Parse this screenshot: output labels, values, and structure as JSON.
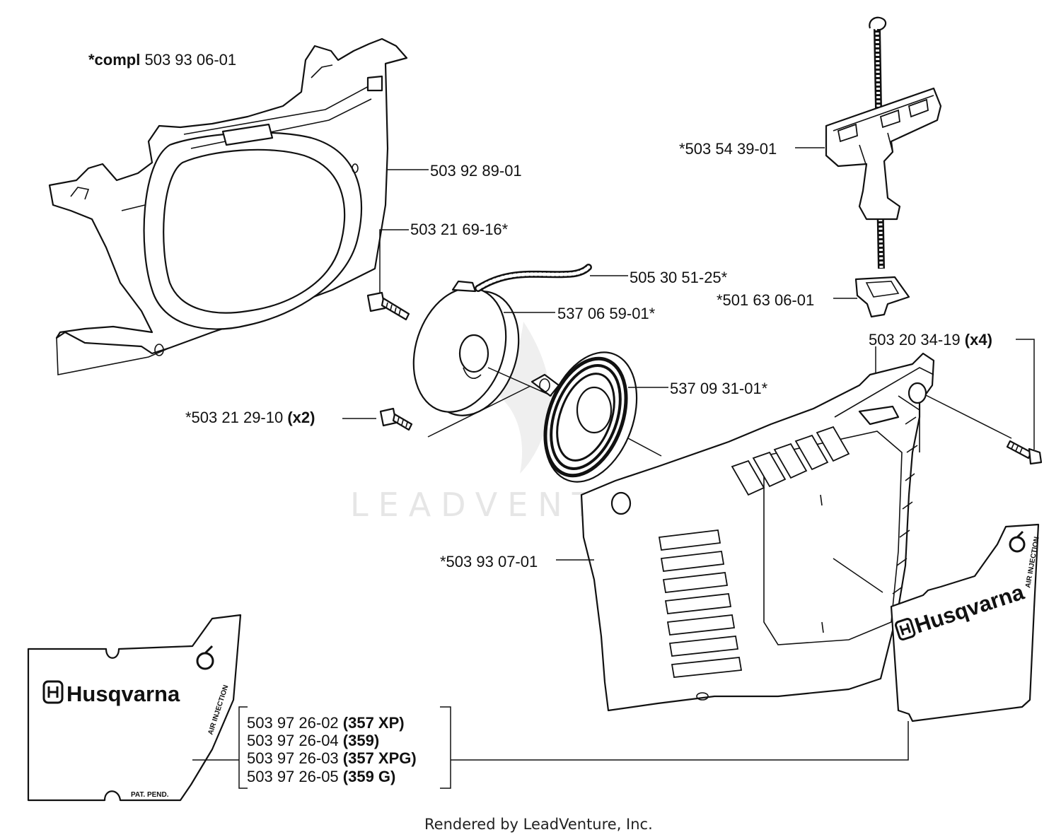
{
  "diagram": {
    "watermark": "LEADVENTURE",
    "footer": "Rendered by LeadVenture, Inc.",
    "callouts": {
      "assembly_prefix": "*compl",
      "assembly_number": " 503 93 06-01",
      "starter_housing": "503 92 89-01",
      "housing_screw": "503 21 69-16*",
      "starter_rope": "505 30 51-25*",
      "rope_pulley": "537 06 59-01*",
      "recoil_spring": "537 09 31-01*",
      "spring_screw_number": "*503 21 29-10 ",
      "spring_screw_qty": "(x2)",
      "starter_handle": "*503 54 39-01",
      "rope_guide": "*501 63 06-01",
      "cover_screw_number": "503 20 34-19 ",
      "cover_screw_qty": "(x4)",
      "starter_cover": "*503 93 07-01"
    },
    "decals": [
      {
        "number": "503 97 26-02 ",
        "model": "(357 XP)"
      },
      {
        "number": "503 97 26-04 ",
        "model": "(359)"
      },
      {
        "number": "503 97 26-03 ",
        "model": "(357 XPG)"
      },
      {
        "number": "503 97 26-05 ",
        "model": "(359 G)"
      }
    ],
    "decal_text": {
      "brand": "Husqvarna",
      "air_injection": "AIR INJECTION",
      "patent": "PAT. PEND."
    }
  }
}
